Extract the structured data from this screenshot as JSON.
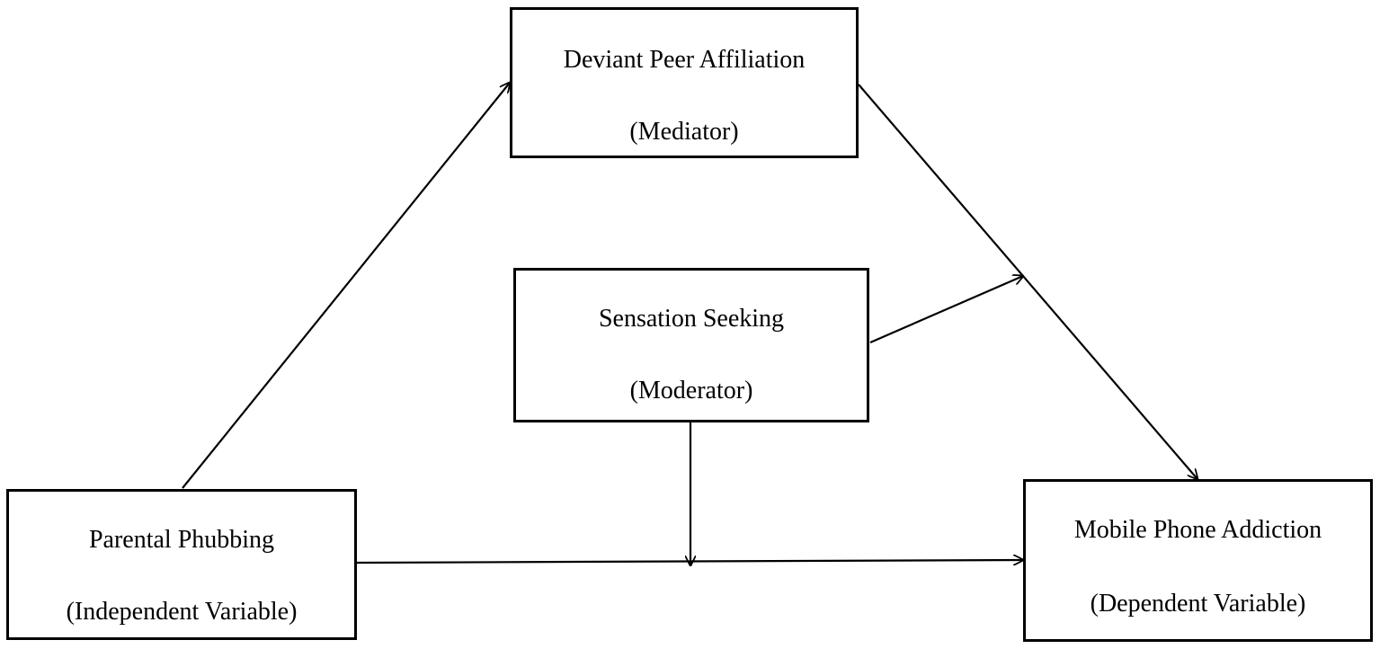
{
  "nodes": {
    "mediator": {
      "title": "Deviant Peer Affiliation",
      "role": "(Mediator)"
    },
    "moderator": {
      "title": "Sensation Seeking",
      "role": "(Moderator)"
    },
    "independent": {
      "title": "Parental Phubbing",
      "role": "(Independent Variable)"
    },
    "dependent": {
      "title": "Mobile Phone Addiction",
      "role": "(Dependent Variable)"
    }
  },
  "edges": [
    {
      "from": "independent",
      "to": "mediator"
    },
    {
      "from": "mediator",
      "to": "dependent"
    },
    {
      "from": "independent",
      "to": "dependent"
    },
    {
      "from": "moderator",
      "to": "path mediator-dependent"
    },
    {
      "from": "moderator",
      "to": "path independent-dependent"
    }
  ],
  "colors": {
    "line": "#000000",
    "background": "#ffffff"
  }
}
